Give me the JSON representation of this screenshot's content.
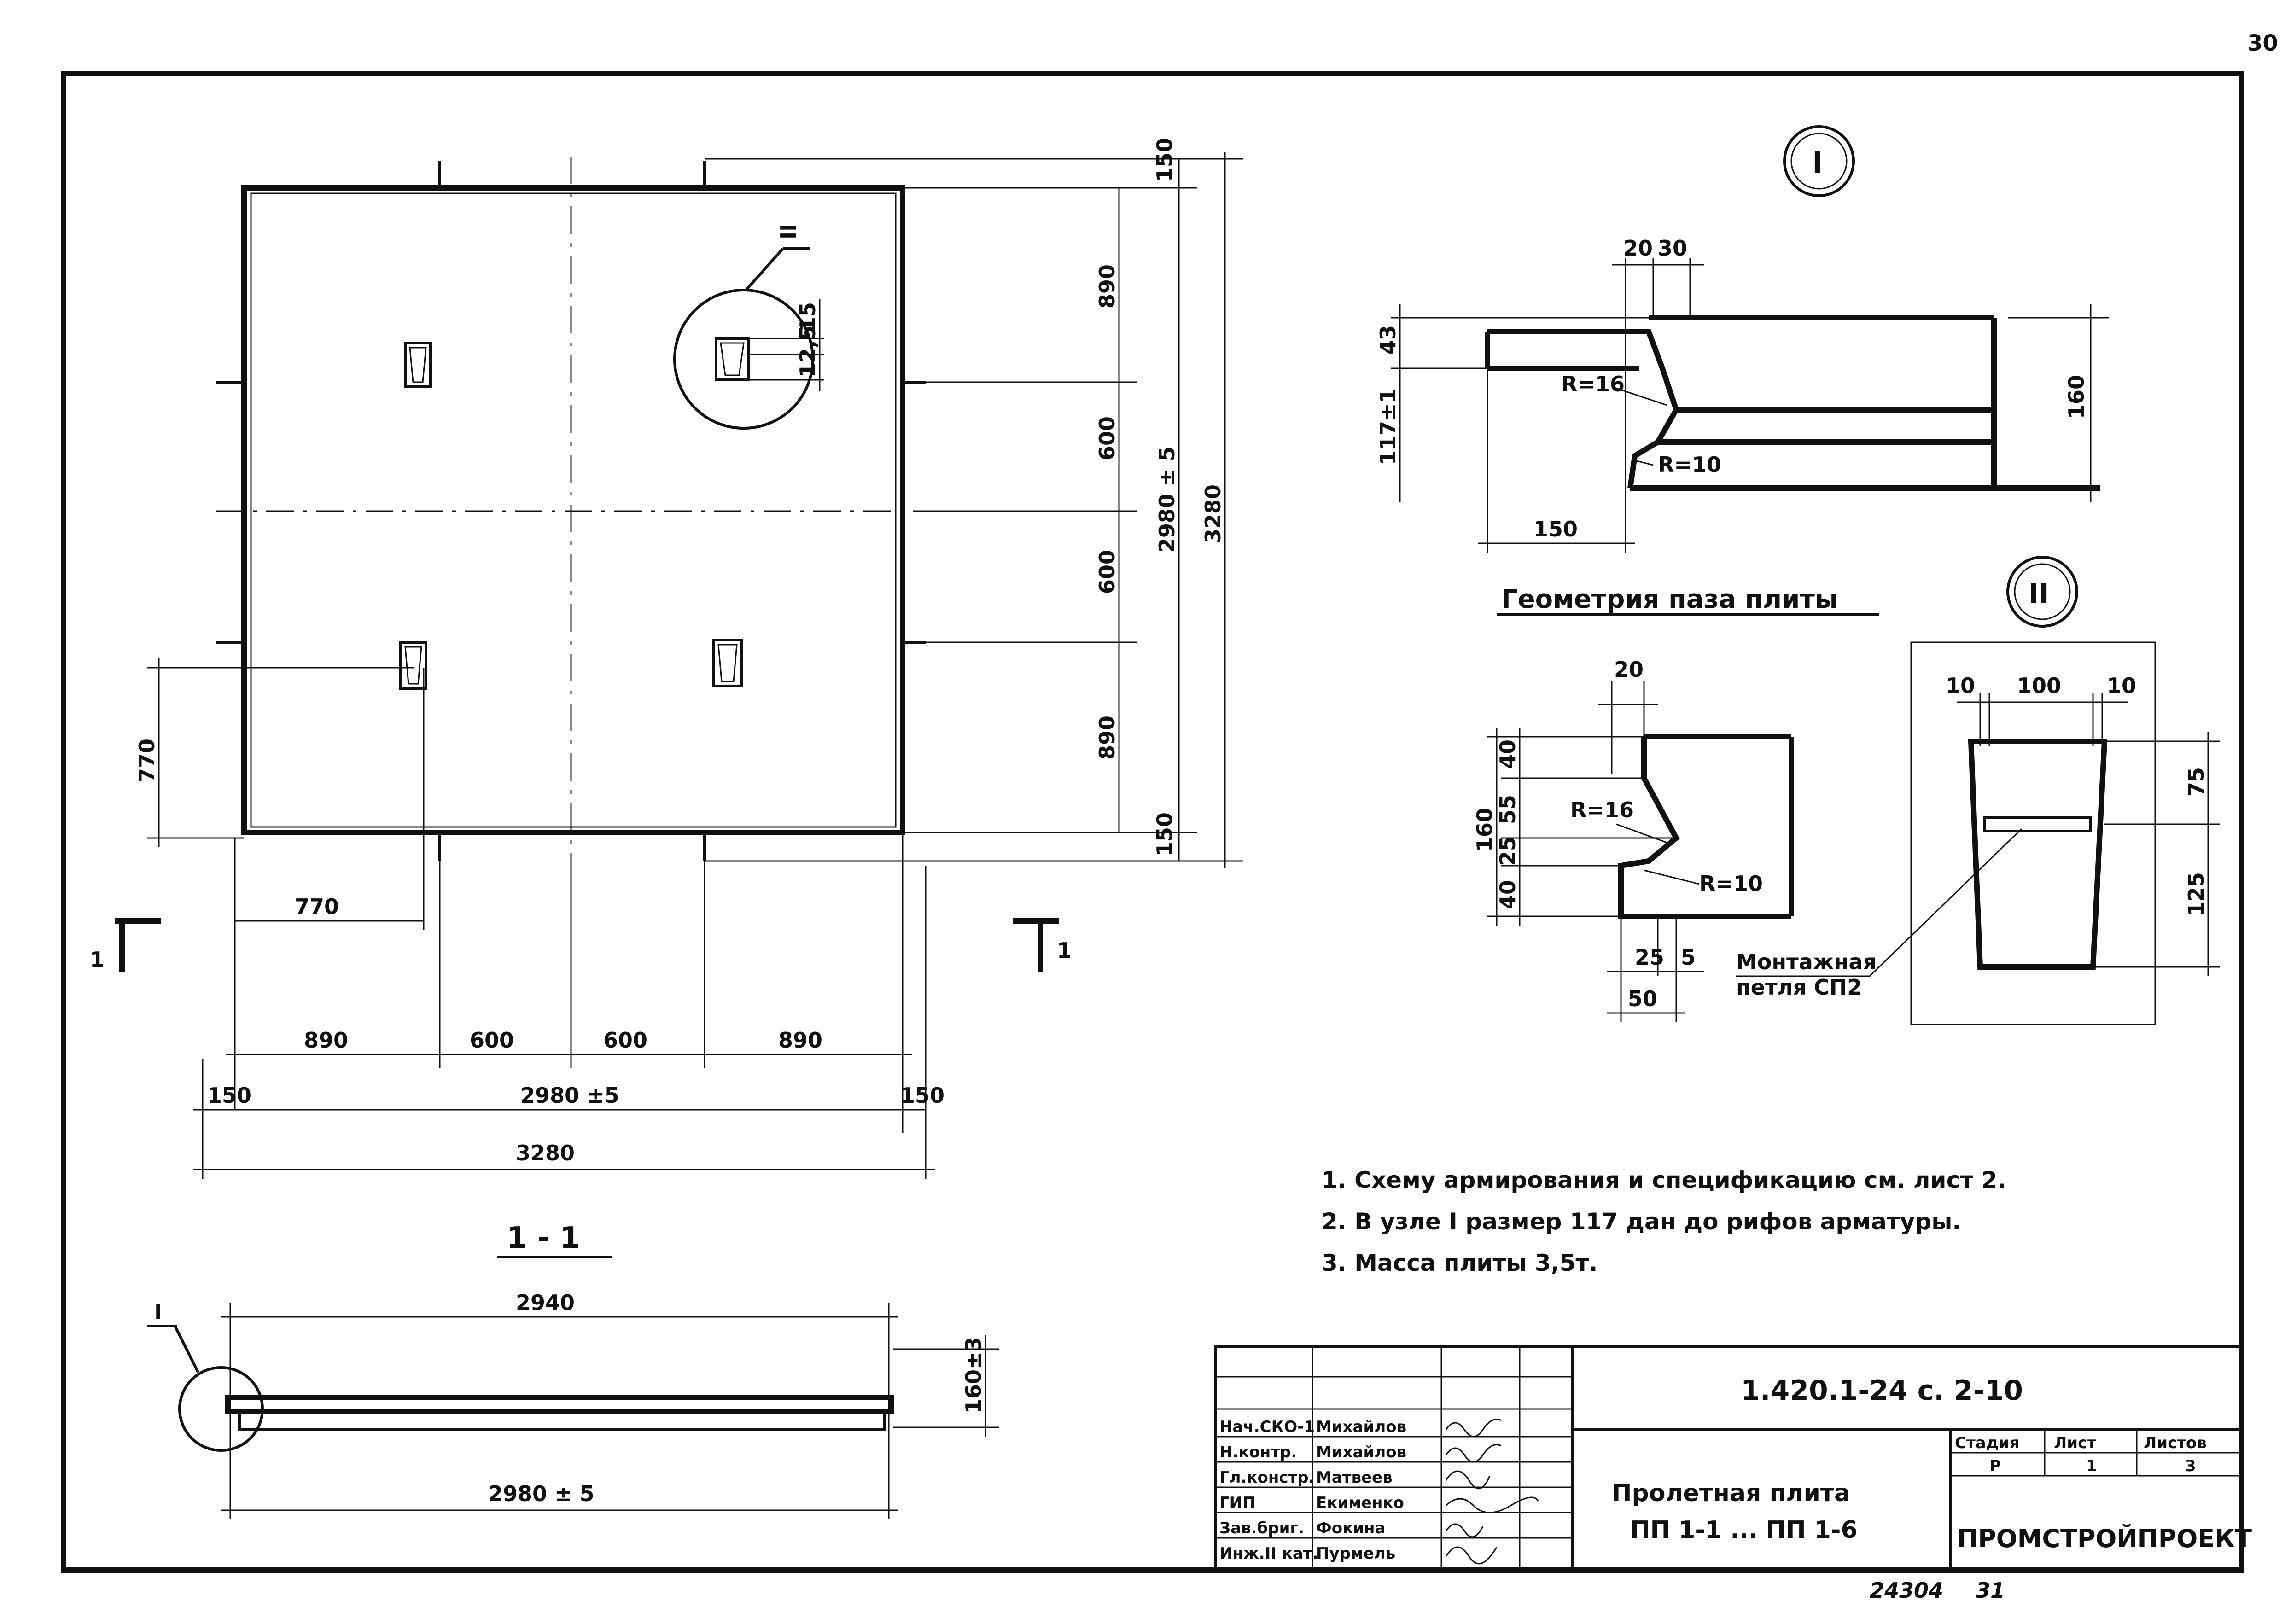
{
  "page_number": "30",
  "plan": {
    "dim_top_150": "150",
    "dim_890_a": "890",
    "dim_600_a": "600",
    "dim_600_b": "600",
    "dim_890_b": "890",
    "dim_150_b": "150",
    "dim_total_inner": "2980 ± 5",
    "dim_total_outer": "3280",
    "dim_15": "15",
    "dim_125": "12,5",
    "dim_770_v": "770",
    "dim_770_h": "770",
    "bottom_dims": [
      "890",
      "600",
      "600",
      "890"
    ],
    "bottom_150_l": "150",
    "bottom_150_r": "150",
    "bottom_2980": "2980 ±5",
    "bottom_3280": "3280",
    "node_ii": "II",
    "section_mark_left": "1",
    "section_mark_right": "1"
  },
  "section": {
    "title": "1 - 1",
    "node_i": "I",
    "dim_2940": "2940",
    "dim_160": "160±3",
    "dim_2980": "2980 ± 5"
  },
  "node_i": {
    "label": "I",
    "dim_20": "20",
    "dim_30": "30",
    "dim_43": "43",
    "dim_117": "117±1",
    "dim_160": "160",
    "dim_150": "150",
    "r16": "R=16",
    "r10": "R=10",
    "caption": "Геометрия паза плиты"
  },
  "groove": {
    "dim_20": "20",
    "dim_160": "160",
    "dim_40a": "40",
    "dim_55": "55",
    "dim_25v": "25",
    "dim_40b": "40",
    "r16": "R=16",
    "r10": "R=10",
    "dim_25": "25",
    "dim_5": "5",
    "dim_50": "50"
  },
  "node_ii": {
    "label": "II",
    "dim_10a": "10",
    "dim_100": "100",
    "dim_10b": "10",
    "dim_75": "75",
    "dim_125": "125",
    "loop_label_1": "Монтажная",
    "loop_label_2": "петля СП2"
  },
  "notes": [
    "1. Схему армирования и спецификацию см. лист 2.",
    "2. В узле I размер 117 дан до рифов арматуры.",
    "3. Масса плиты 3,5т."
  ],
  "title_block": {
    "doc_code": "1.420.1-24 с. 2-10",
    "title_line1": "Пролетная плита",
    "title_line2": "ПП 1-1 ... ПП 1-6",
    "stage_header": "Стадия",
    "sheet_header": "Лист",
    "sheets_header": "Листов",
    "stage": "Р",
    "sheet": "1",
    "sheets": "3",
    "org": "ПРОМСТРОЙПРОЕКТ",
    "roles": [
      "Нач.СКО-1",
      "Н.контр.",
      "Гл.констр.",
      "ГИП",
      "Зав.бриг.",
      "Инж.II кат."
    ],
    "names": [
      "Михайлов",
      "Михайлов",
      "Матвеев",
      "Екименко",
      "Фокина",
      "Пурмель"
    ],
    "footer_number": "24304",
    "footer_page": "31"
  }
}
